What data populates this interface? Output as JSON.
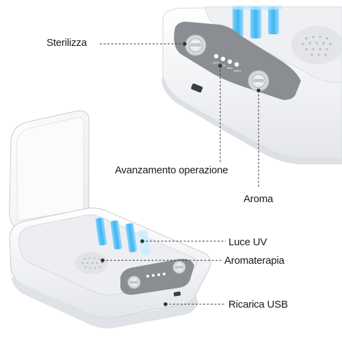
{
  "callouts": {
    "sterilize": "Sterilizza",
    "progress": "Avanzamento operazione",
    "aroma": "Aroma",
    "uv_light": "Luce UV",
    "aromatherapy": "Aromaterapia",
    "usb_charging": "Ricarica USB"
  },
  "device_panel": {
    "buttons": [
      "Sterilize",
      "Aroma"
    ],
    "progress_steps": [
      "25%",
      "50%",
      "75%",
      "100%"
    ]
  },
  "colors": {
    "device_body": "#f4f5f7",
    "panel": "#8a8d92",
    "uv_glow": "#3fb4f0",
    "leader_line": "#333333"
  }
}
